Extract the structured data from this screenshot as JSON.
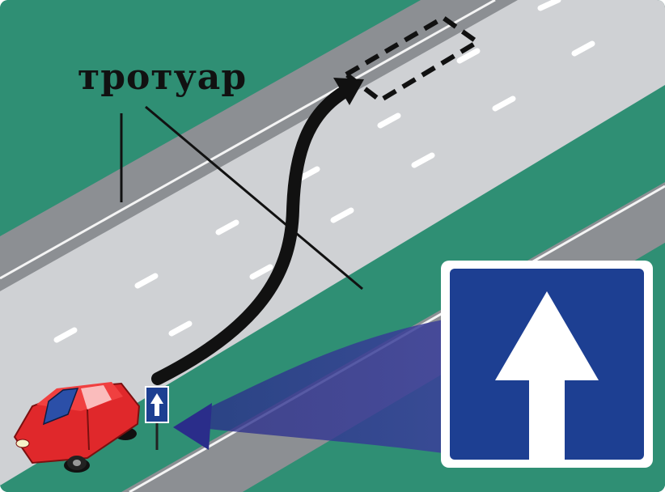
{
  "labels": {
    "sidewalk": "тротуар"
  },
  "sign": {
    "type": "one-way-road",
    "icon": "straight-arrow-up-icon"
  },
  "vehicle": {
    "type": "car",
    "color": "#e0282b"
  },
  "colors": {
    "grass": "#2f8f74",
    "sidewalk": "#8b8e92",
    "road": "#cfd1d4",
    "sign_blue": "#1d3f92",
    "path_arrow": "#111111",
    "pointer_arrow": "#2a2d8a"
  }
}
